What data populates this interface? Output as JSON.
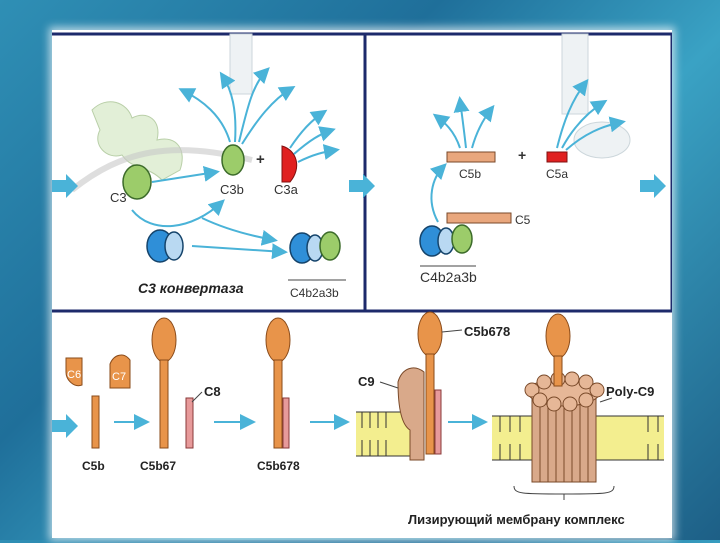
{
  "labels": {
    "c3": "C3",
    "c3b": "C3b",
    "c3a": "C3a",
    "c3_convertase": "С3 конвертаза",
    "c4b2a3b_small": "C4b2a3b",
    "c5b": "C5b",
    "c5a": "C5a",
    "c5": "C5",
    "c4b2a3b": "C4b2a3b",
    "c6": "C6",
    "c7": "C7",
    "c8": "C8",
    "c5b_bottom": "C5b",
    "c5b67": "C5b67",
    "c5b678_bottom": "C5b678",
    "c5b678_top": "C5b678",
    "c9": "C9",
    "poly_c9": "Poly-C9",
    "lytic_complex": "Лизирующий мембрану комплекс",
    "plus_1": "+",
    "plus_2": "+"
  },
  "colors": {
    "green": "#9ccc6a",
    "blue": "#2f8fd8",
    "light_blue": "#b9d9f2",
    "red": "#e02020",
    "salmon": "#e9a77d",
    "orange": "#e8944a",
    "pink": "#e79a9a",
    "arrow": "#4ab3d8",
    "membrane": "#f3ee8f"
  }
}
